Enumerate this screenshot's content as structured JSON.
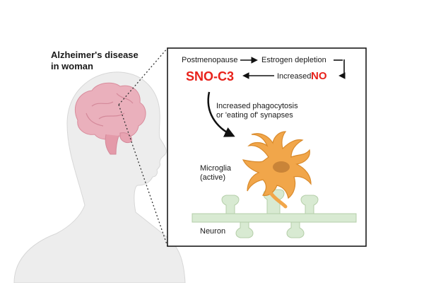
{
  "title_line1": "Alzheimer's disease",
  "title_line2": "in woman",
  "flow": {
    "step1": "Postmenopause",
    "step2": "Estrogen depletion",
    "step3_prefix": "Increased",
    "step3_marker": "NO",
    "result": "SNO-C3",
    "effect_line1": "Increased phagocytosis",
    "effect_line2": "or 'eating of' synapses"
  },
  "labels": {
    "microglia_line1": "Microglia",
    "microglia_line2": "(active)",
    "neuron": "Neuron"
  },
  "colors": {
    "accent_red": "#e8221b",
    "microglia": "#f0a646",
    "neuron": "#d8ead2",
    "brain": "#e8a7b3",
    "head": "#ececec"
  }
}
